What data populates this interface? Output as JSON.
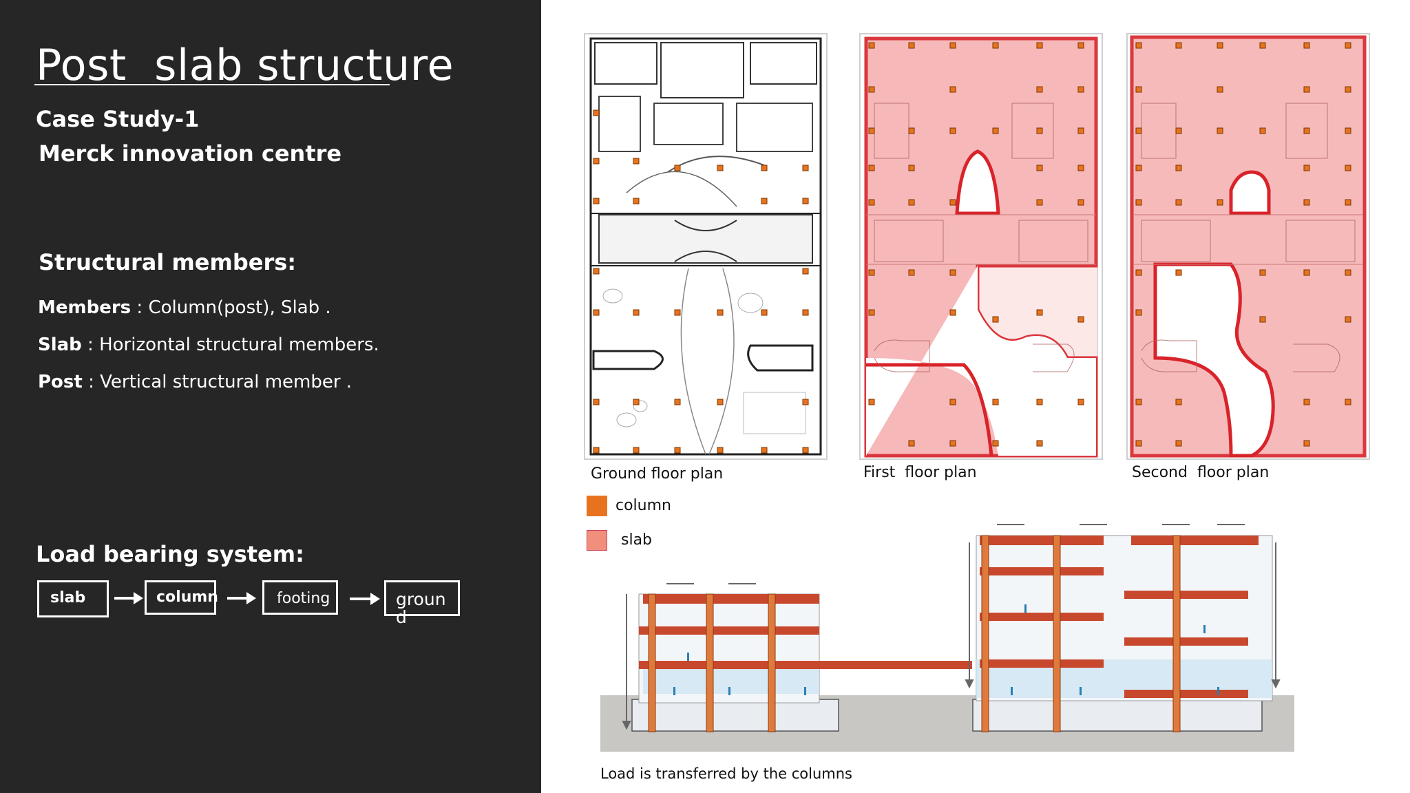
{
  "left_panel": {
    "title": "Post  slab structure",
    "case_study": "Case Study-1",
    "building_name": "Merck innovation centre",
    "structural_heading": "Structural members:",
    "definitions": [
      {
        "term": "Members",
        "text": " : Column(post), Slab ."
      },
      {
        "term": "Slab",
        "text": " : Horizontal structural members."
      },
      {
        "term": "Post",
        "text": " : Vertical structural member ."
      }
    ],
    "load_heading": "Load bearing system:",
    "flow": [
      "slab",
      "column",
      "footing",
      "groun\nd"
    ]
  },
  "plans": {
    "ground_caption": "Ground floor plan",
    "first_caption": "First  floor plan",
    "second_caption": "Second  floor plan"
  },
  "legend": {
    "column_label": "column",
    "column_color": "#e8731e",
    "slab_label": "slab",
    "slab_color": "#ef8f7c"
  },
  "section": {
    "caption": "Load is transferred by the columns",
    "slab_color": "#c8482e",
    "column_color": "#e07a3c"
  }
}
